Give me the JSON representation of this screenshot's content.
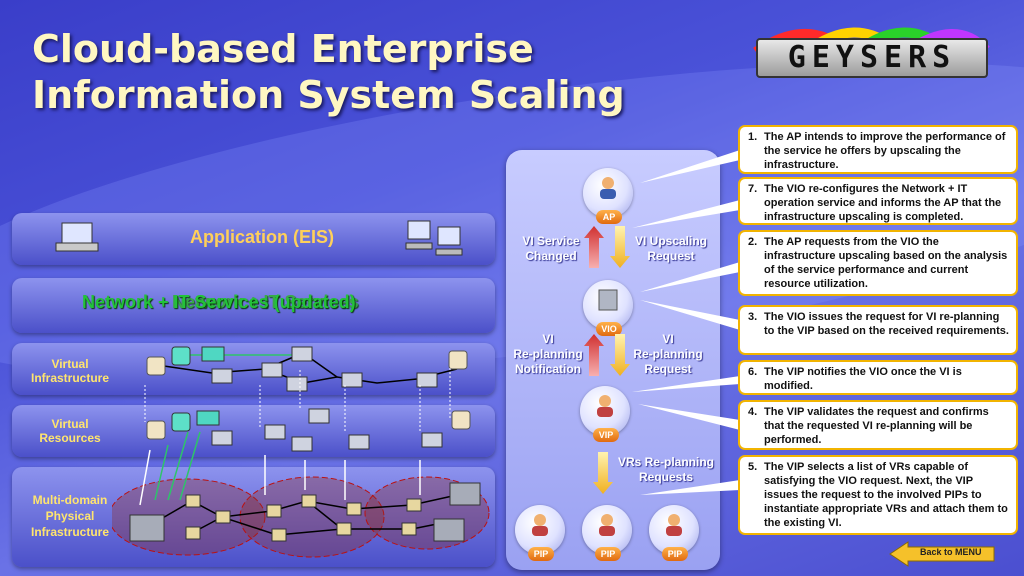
{
  "title": "Cloud-based Enterprise Information System Scaling",
  "logo": {
    "text": "GEYSERS",
    "icon": "geysers-logo"
  },
  "layers": {
    "application": "Application (EIS)",
    "network_services_a": "Network + IT Services (updated)",
    "network_services_b": "Network + IT Services",
    "virtual_infrastructure": [
      "Virtual",
      "Infrastructure"
    ],
    "virtual_resources": [
      "Virtual",
      "Resources"
    ],
    "physical": [
      "Multi-domain",
      "Physical",
      "Infrastructure"
    ]
  },
  "panel": {
    "vi_service_changed": [
      "VI Service",
      "Changed"
    ],
    "vi_upscaling_request": [
      "VI Upscaling",
      "Request"
    ],
    "vi_replanning_notification": [
      "VI",
      "Re-planning",
      "Notification"
    ],
    "vi_replanning_request": [
      "VI",
      "Re-planning",
      "Request"
    ],
    "vrs_replanning_requests": [
      "VRs Re-planning",
      "Requests"
    ],
    "nodes": {
      "ap": "AP",
      "vio": "VIO",
      "vip": "VIP",
      "pip": "PIP"
    }
  },
  "steps": [
    {
      "num": "1.",
      "text": "The AP intends to improve the performance  of the service he offers by upscaling the infrastructure."
    },
    {
      "num": "7.",
      "text": "The VIO re-configures the Network + IT operation service and informs the AP that the infrastructure upscaling is completed."
    },
    {
      "num": "2.",
      "text": "The AP requests from the VIO the infrastructure upscaling based on the analysis of the service performance and current resource utilization."
    },
    {
      "num": "3.",
      "text": "The VIO issues the request for VI re-planning to the VIP based on the received requirements."
    },
    {
      "num": "6.",
      "text": "The VIP notifies the VIO once the VI is modified."
    },
    {
      "num": "4.",
      "text": "The VIP validates the request and confirms that the requested VI re-planning will be performed."
    },
    {
      "num": "5.",
      "text": "The VIP selects a list of VRs capable of satisfying the VIO request. Next, the VIP issues the request to the involved PIPs to instantiate appropriate VRs and attach them to the existing VI."
    }
  ],
  "back_button": "Back to MENU",
  "colors": {
    "accent_yellow": "#ffd05a",
    "box_border": "#f2b400",
    "green_text": "#23c23a"
  }
}
